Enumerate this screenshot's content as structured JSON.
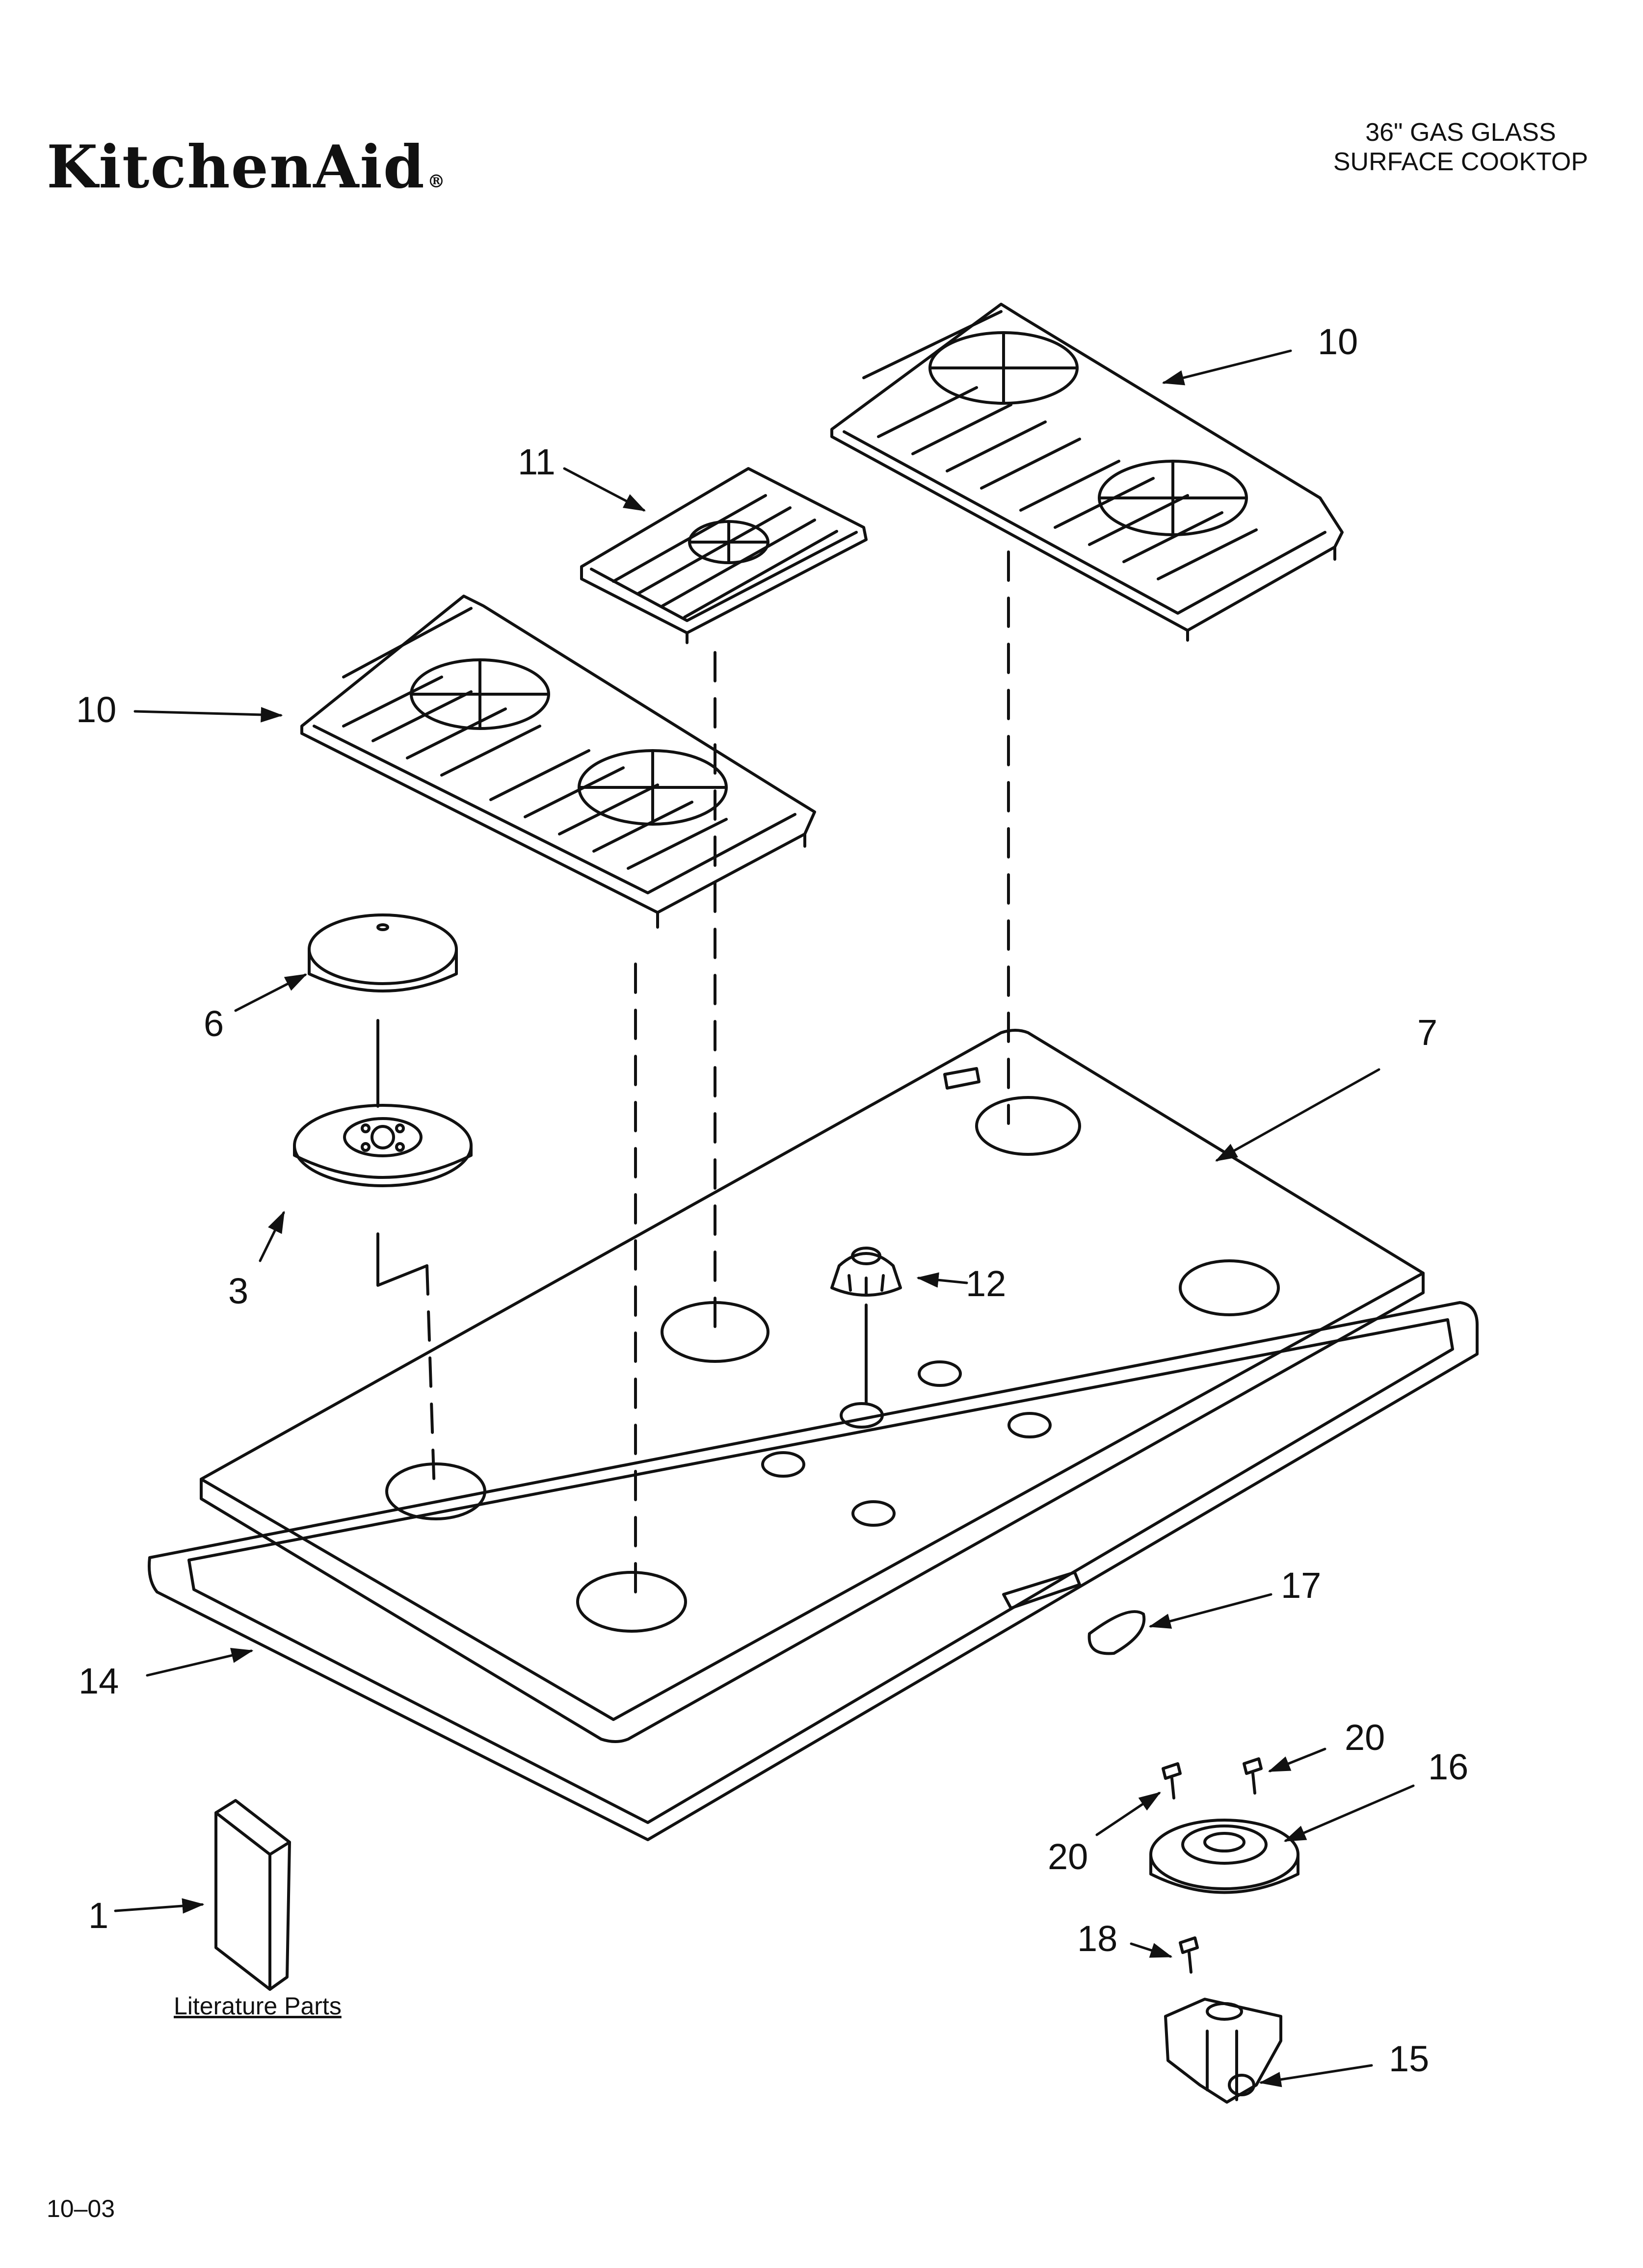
{
  "header": {
    "brand": "KitchenAid",
    "title_line1": "36\" GAS GLASS",
    "title_line2": "SURFACE COOKTOP"
  },
  "callouts": {
    "c1": "1",
    "c3": "3",
    "c6": "6",
    "c7": "7",
    "c10_left": "10",
    "c10_right": "10",
    "c11": "11",
    "c12": "12",
    "c14": "14",
    "c15": "15",
    "c16": "16",
    "c17": "17",
    "c18": "18",
    "c20_top": "20",
    "c20_left": "20"
  },
  "footer": {
    "literature": "Literature Parts",
    "date_code": "10–03"
  },
  "colors": {
    "ink": "#111111",
    "paper": "#ffffff"
  }
}
